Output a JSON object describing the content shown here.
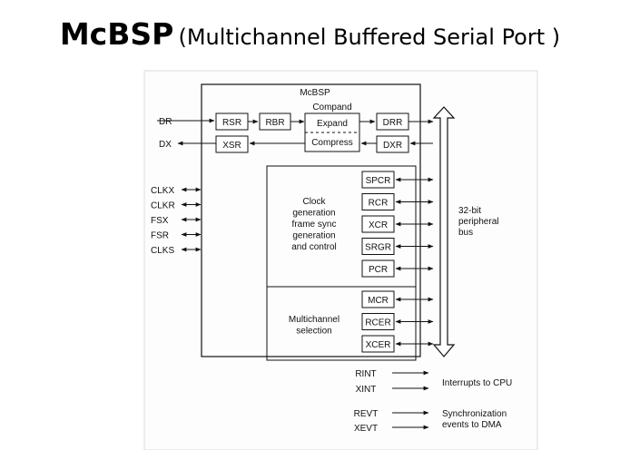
{
  "title": {
    "acronym": "McBSP",
    "expansion": "(Multichannel Buffered Serial Port )"
  },
  "diagram": {
    "block_label": "McBSP",
    "compand": {
      "heading": "Compand",
      "expand": "Expand",
      "compress": "Compress"
    },
    "data_pins": {
      "dr": "DR",
      "dx": "DX"
    },
    "data_regs": {
      "rsr": "RSR",
      "rbr": "RBR",
      "drr": "DRR",
      "xsr": "XSR",
      "dxr": "DXR"
    },
    "clock_pins": [
      "CLKX",
      "CLKR",
      "FSX",
      "FSR",
      "CLKS"
    ],
    "clock_section": {
      "lines": [
        "Clock",
        "generation",
        "frame sync",
        "generation",
        "and control"
      ],
      "registers": [
        "SPCR",
        "RCR",
        "XCR",
        "SRGR",
        "PCR"
      ]
    },
    "mc_section": {
      "lines": [
        "Multichannel",
        "selection"
      ],
      "registers": [
        "MCR",
        "RCER",
        "XCER"
      ]
    },
    "bus_label": [
      "32-bit",
      "peripheral",
      "bus"
    ],
    "interrupts": {
      "rint": "RINT",
      "xint": "XINT",
      "label": "Interrupts to CPU"
    },
    "events": {
      "revt": "REVT",
      "xevt": "XEVT",
      "label": [
        "Synchronization",
        "events to DMA"
      ]
    }
  }
}
